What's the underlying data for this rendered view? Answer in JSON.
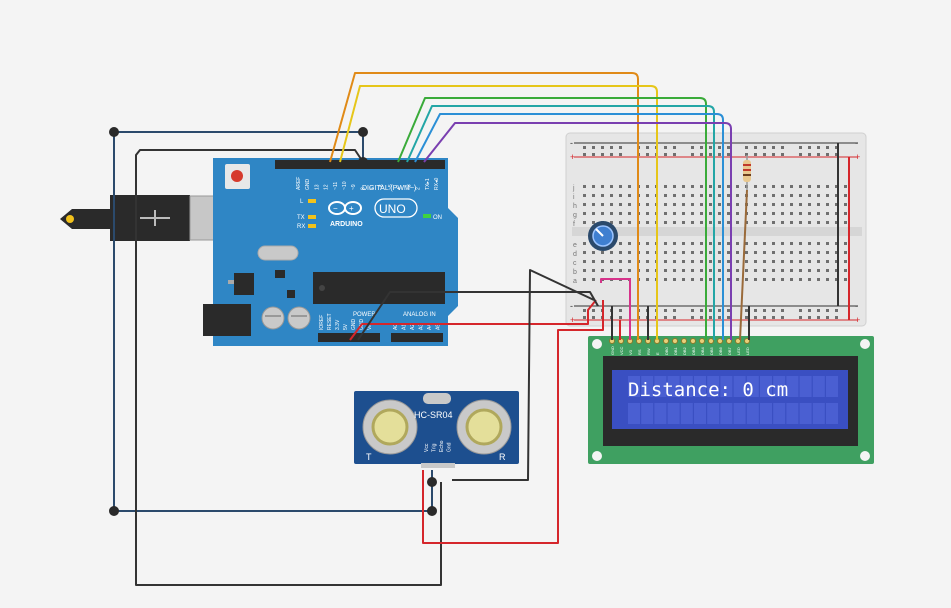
{
  "arduino": {
    "brand": "ARDUINO",
    "model": "UNO",
    "digital_label": "DIGITAL (PWM~)",
    "analog_label": "ANALOG IN",
    "power_label": "POWER",
    "on_label": "ON",
    "tx_label": "TX",
    "rx_label": "RX",
    "l_label": "L",
    "top_pins": [
      "AREF",
      "GND",
      "13",
      "12",
      "~11",
      "~10",
      "~9",
      "8",
      "7",
      "~6",
      "~5",
      "4",
      "~3",
      "2",
      "TX▸1",
      "RX◂0"
    ],
    "power_pins": [
      "IOREF",
      "RESET",
      "3.3V",
      "5V",
      "GND",
      "GND",
      "Vin"
    ],
    "analog_pins": [
      "A0",
      "A1",
      "A2",
      "A3",
      "A4",
      "A5"
    ]
  },
  "lcd": {
    "text": "Distance: 0 cm",
    "pins": [
      "GND",
      "VCC",
      "V0",
      "RS",
      "RW",
      "E",
      "DB0",
      "DB1",
      "DB2",
      "DB3",
      "DB4",
      "DB5",
      "DB6",
      "DB7",
      "LED",
      "LED"
    ]
  },
  "sensor": {
    "model": "HC-SR04",
    "left_mark": "T",
    "right_mark": "R",
    "pins": [
      "Vcc",
      "Trig",
      "Echo",
      "Gnd"
    ]
  },
  "breadboard": {
    "row_letters_top": [
      "j",
      "i",
      "h",
      "g",
      "f"
    ],
    "row_letters_bottom": [
      "e",
      "d",
      "c",
      "b",
      "a"
    ],
    "plus": "+",
    "minus": "-"
  },
  "colors": {
    "arduino_board": "#2f86c5",
    "lcd_board": "#3fa061",
    "lcd_screen": "#3a4fc2",
    "sensor_board": "#1d4f8f",
    "wire_orange": "#e08a17",
    "wire_yellow": "#e6c619",
    "wire_green": "#3aab3a",
    "wire_teal": "#23a6a6",
    "wire_blue": "#2b8fd6",
    "wire_purple": "#7a3fb0",
    "wire_red": "#d5262b",
    "wire_black": "#333333",
    "wire_navy": "#2b4a6c",
    "wire_pink": "#d6338a",
    "wire_brown": "#9a6a3a"
  }
}
